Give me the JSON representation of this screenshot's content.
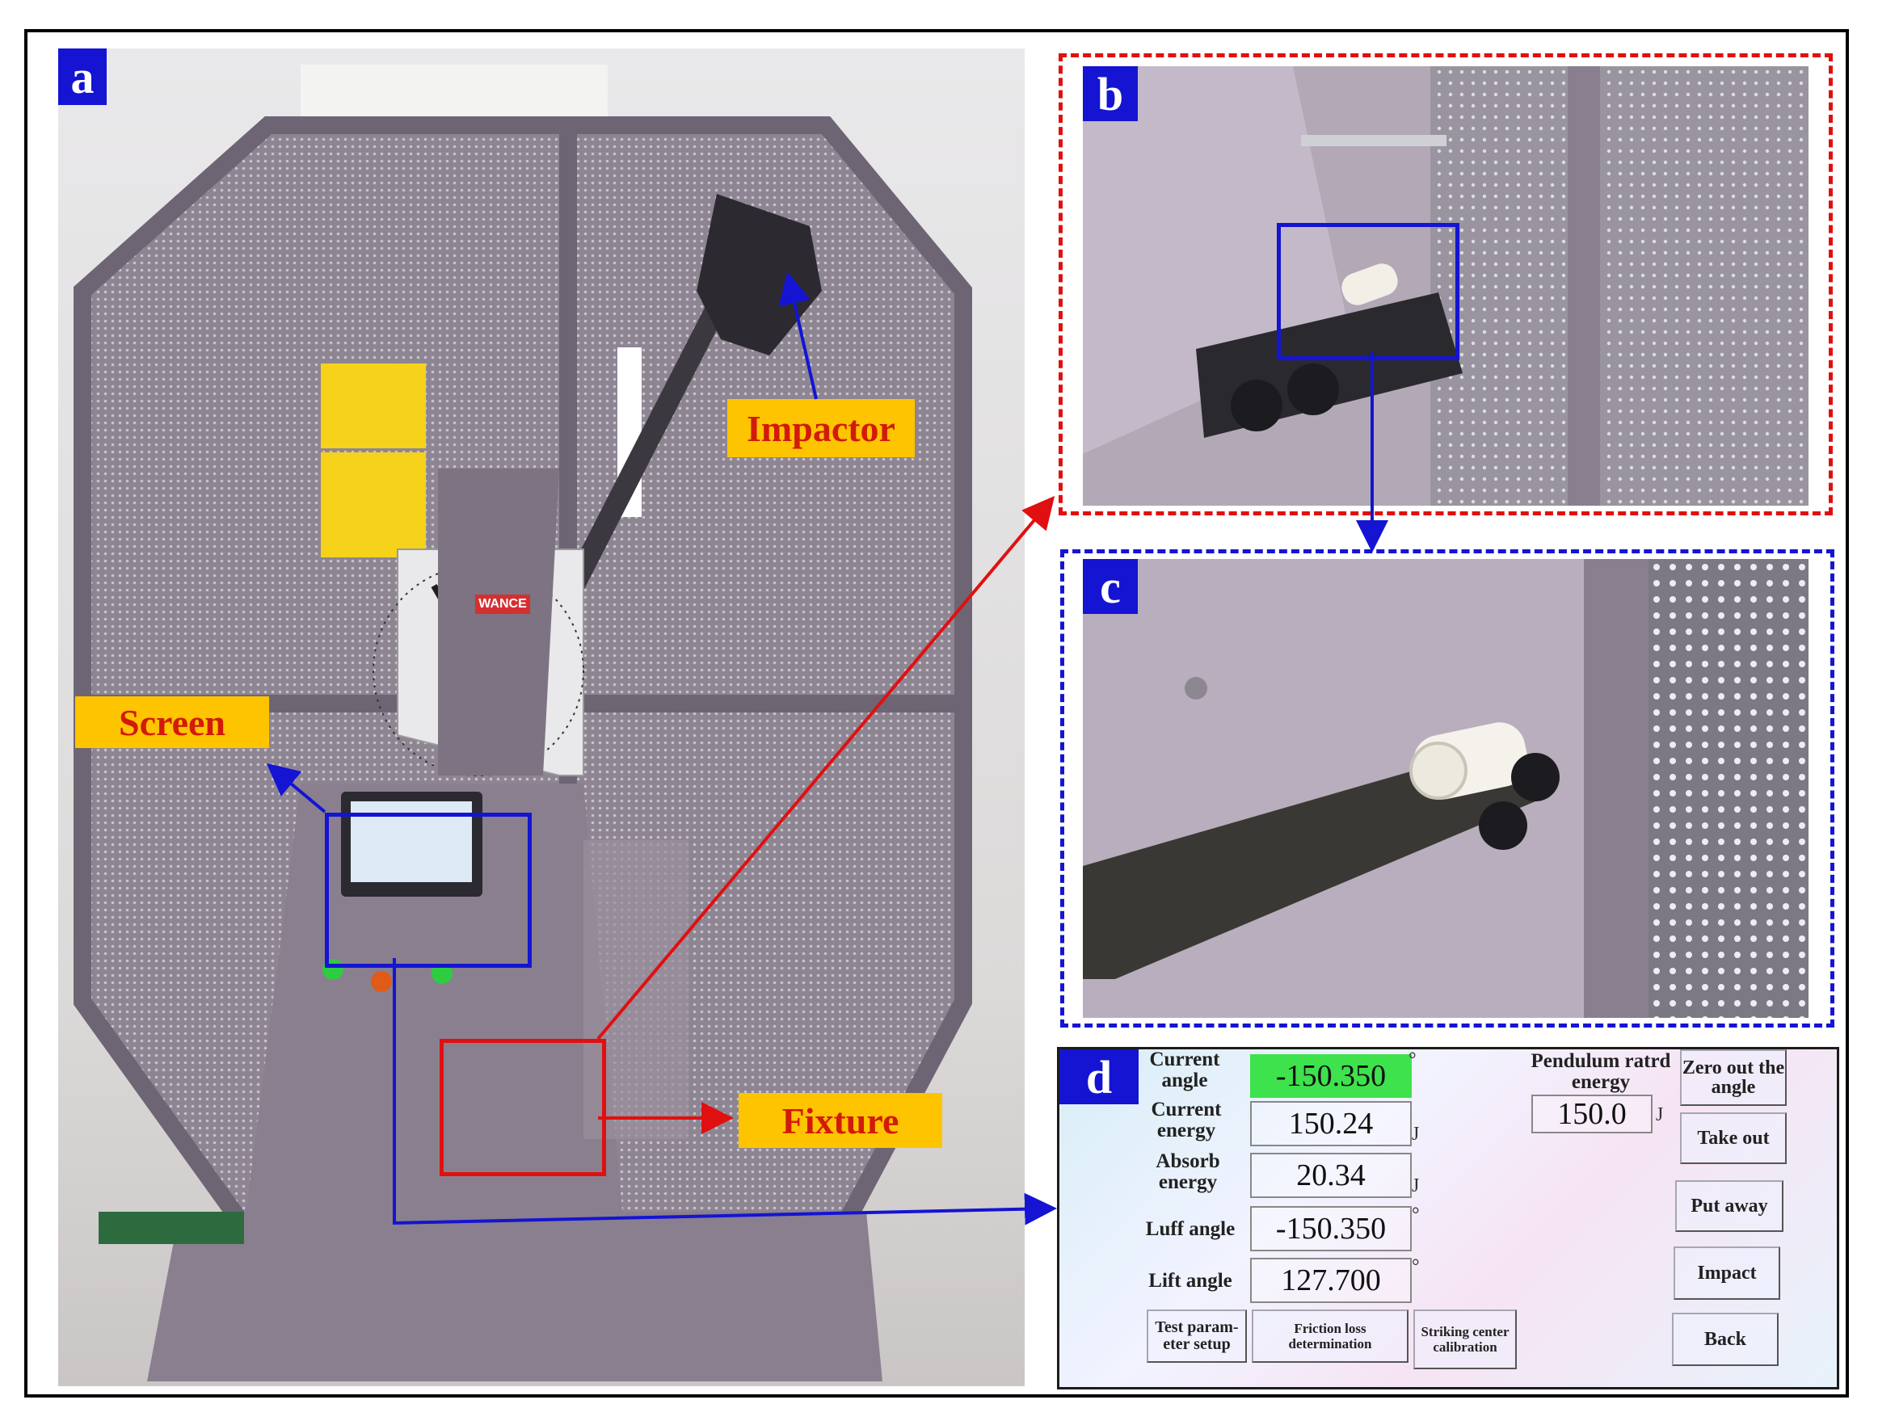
{
  "panels": {
    "a": {
      "tag": "a"
    },
    "b": {
      "tag": "b"
    },
    "c": {
      "tag": "c"
    },
    "d": {
      "tag": "d"
    }
  },
  "callouts": {
    "impactor": "Impactor",
    "screen": "Screen",
    "fixture": "Fixture"
  },
  "machine": {
    "brand": "WANCE"
  },
  "colors": {
    "tag_bg": "#1414d2",
    "callout_bg": "#ffc400",
    "callout_text": "#d21a0a",
    "highlight_red": "#e01010",
    "highlight_blue": "#1414d2",
    "machine_body": "#8a7f8e",
    "hmi_value_green": "#3ee24c"
  },
  "hmi": {
    "current_angle_label": "Current angle",
    "current_angle_value": "-150.350",
    "current_angle_unit": "°",
    "pendulum_label": "Pendulum ratrd energy",
    "pendulum_value": "150.0",
    "pendulum_unit": "J",
    "current_energy_label": "Current energy",
    "current_energy_value": "150.24",
    "current_energy_unit": "J",
    "absorb_energy_label": "Absorb energy",
    "absorb_energy_value": "20.34",
    "absorb_energy_unit": "J",
    "luff_angle_label": "Luff angle",
    "luff_angle_value": "-150.350",
    "luff_angle_unit": "°",
    "lift_angle_label": "Lift angle",
    "lift_angle_value": "127.700",
    "lift_angle_unit": "°",
    "buttons": {
      "zero_out": "Zero out the angle",
      "take_out": "Take out",
      "put_away": "Put away",
      "impact": "Impact",
      "back": "Back",
      "test_param": "Test param-eter setup",
      "friction": "Friction loss determination",
      "striking": "Striking center calibration"
    }
  }
}
